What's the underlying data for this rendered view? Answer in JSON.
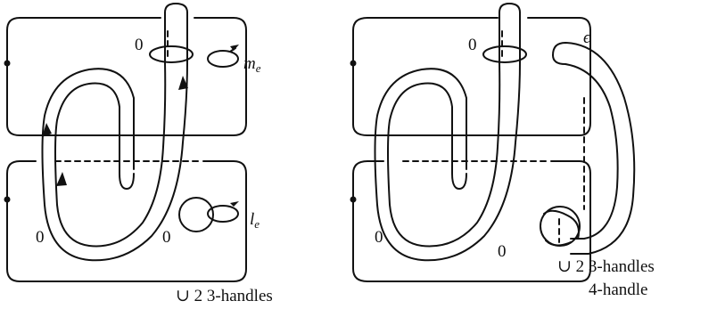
{
  "left": {
    "label_zero_top": "0",
    "label_zero_bl": "0",
    "label_zero_br": "0",
    "meridian": "m",
    "meridian_sub": "e",
    "longitude": "l",
    "longitude_sub": "e",
    "footer": "∪ 2 3-handles"
  },
  "right": {
    "label_zero_top": "0",
    "label_zero_bl": "0",
    "label_zero_br": "0",
    "epsilon": "ϵ",
    "footer1": "∪ 2 3-handles",
    "footer2": "4-handle"
  }
}
